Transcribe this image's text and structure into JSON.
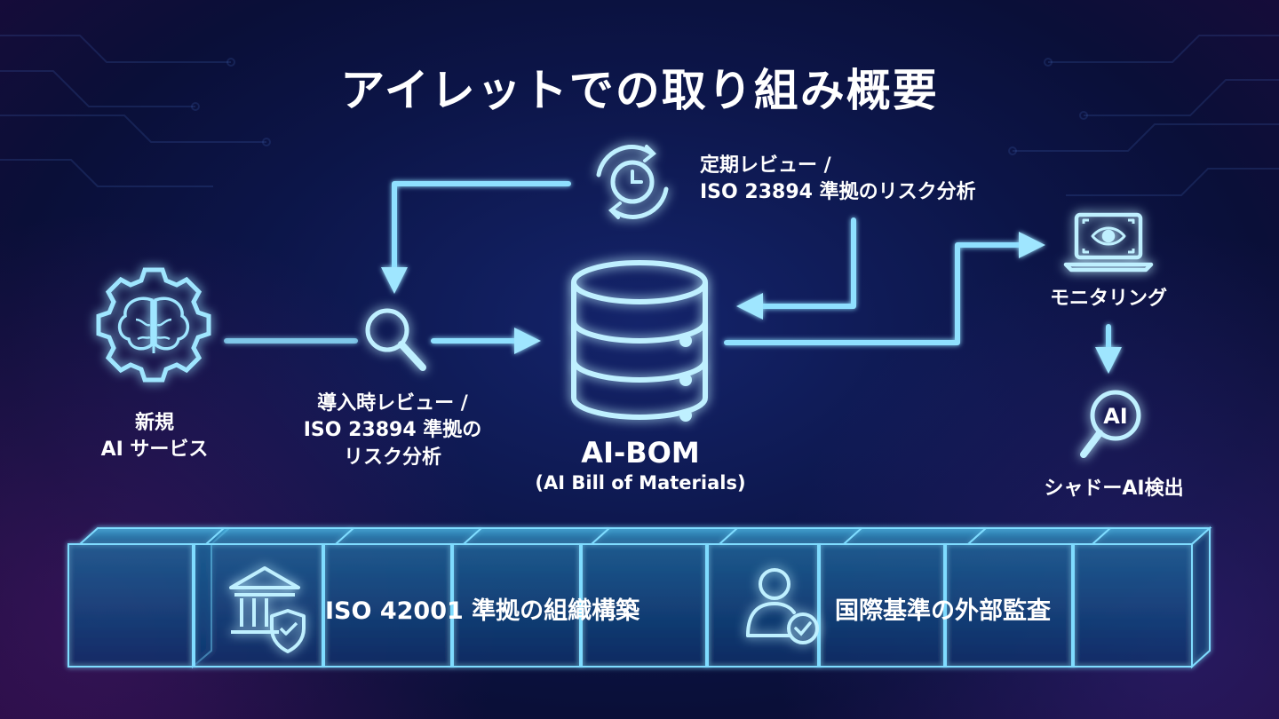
{
  "title": "アイレットでの取り組み概要",
  "nodes": {
    "new_ai_service": {
      "line1": "新規",
      "line2": "AI サービス",
      "icon": "brain-gear-icon"
    },
    "intake_review": {
      "line1": "導入時レビュー /",
      "line2": "ISO 23894 準拠の",
      "line3": "リスク分析",
      "icon": "magnifier-icon"
    },
    "ai_bom": {
      "title": "AI-BOM",
      "subtitle": "(AI Bill of Materials)",
      "icon": "database-icon"
    },
    "periodic_review": {
      "line1": "定期レビュー /",
      "line2": "ISO 23894 準拠のリスク分析",
      "icon": "clock-refresh-icon"
    },
    "monitoring": {
      "label": "モニタリング",
      "icon": "laptop-eye-icon"
    },
    "shadow_ai": {
      "label": "シャドーAI検出",
      "icon_text": "AI",
      "icon": "ai-magnifier-icon"
    }
  },
  "foundation": {
    "left": {
      "label": "ISO 42001 準拠の組織構築",
      "icon": "institution-shield-icon"
    },
    "right": {
      "label": "国際基準の外部監査",
      "icon": "person-check-icon"
    }
  },
  "colors": {
    "accent": "#7fdcff",
    "accent_bright": "#bff0ff",
    "background": "#0c1548"
  }
}
